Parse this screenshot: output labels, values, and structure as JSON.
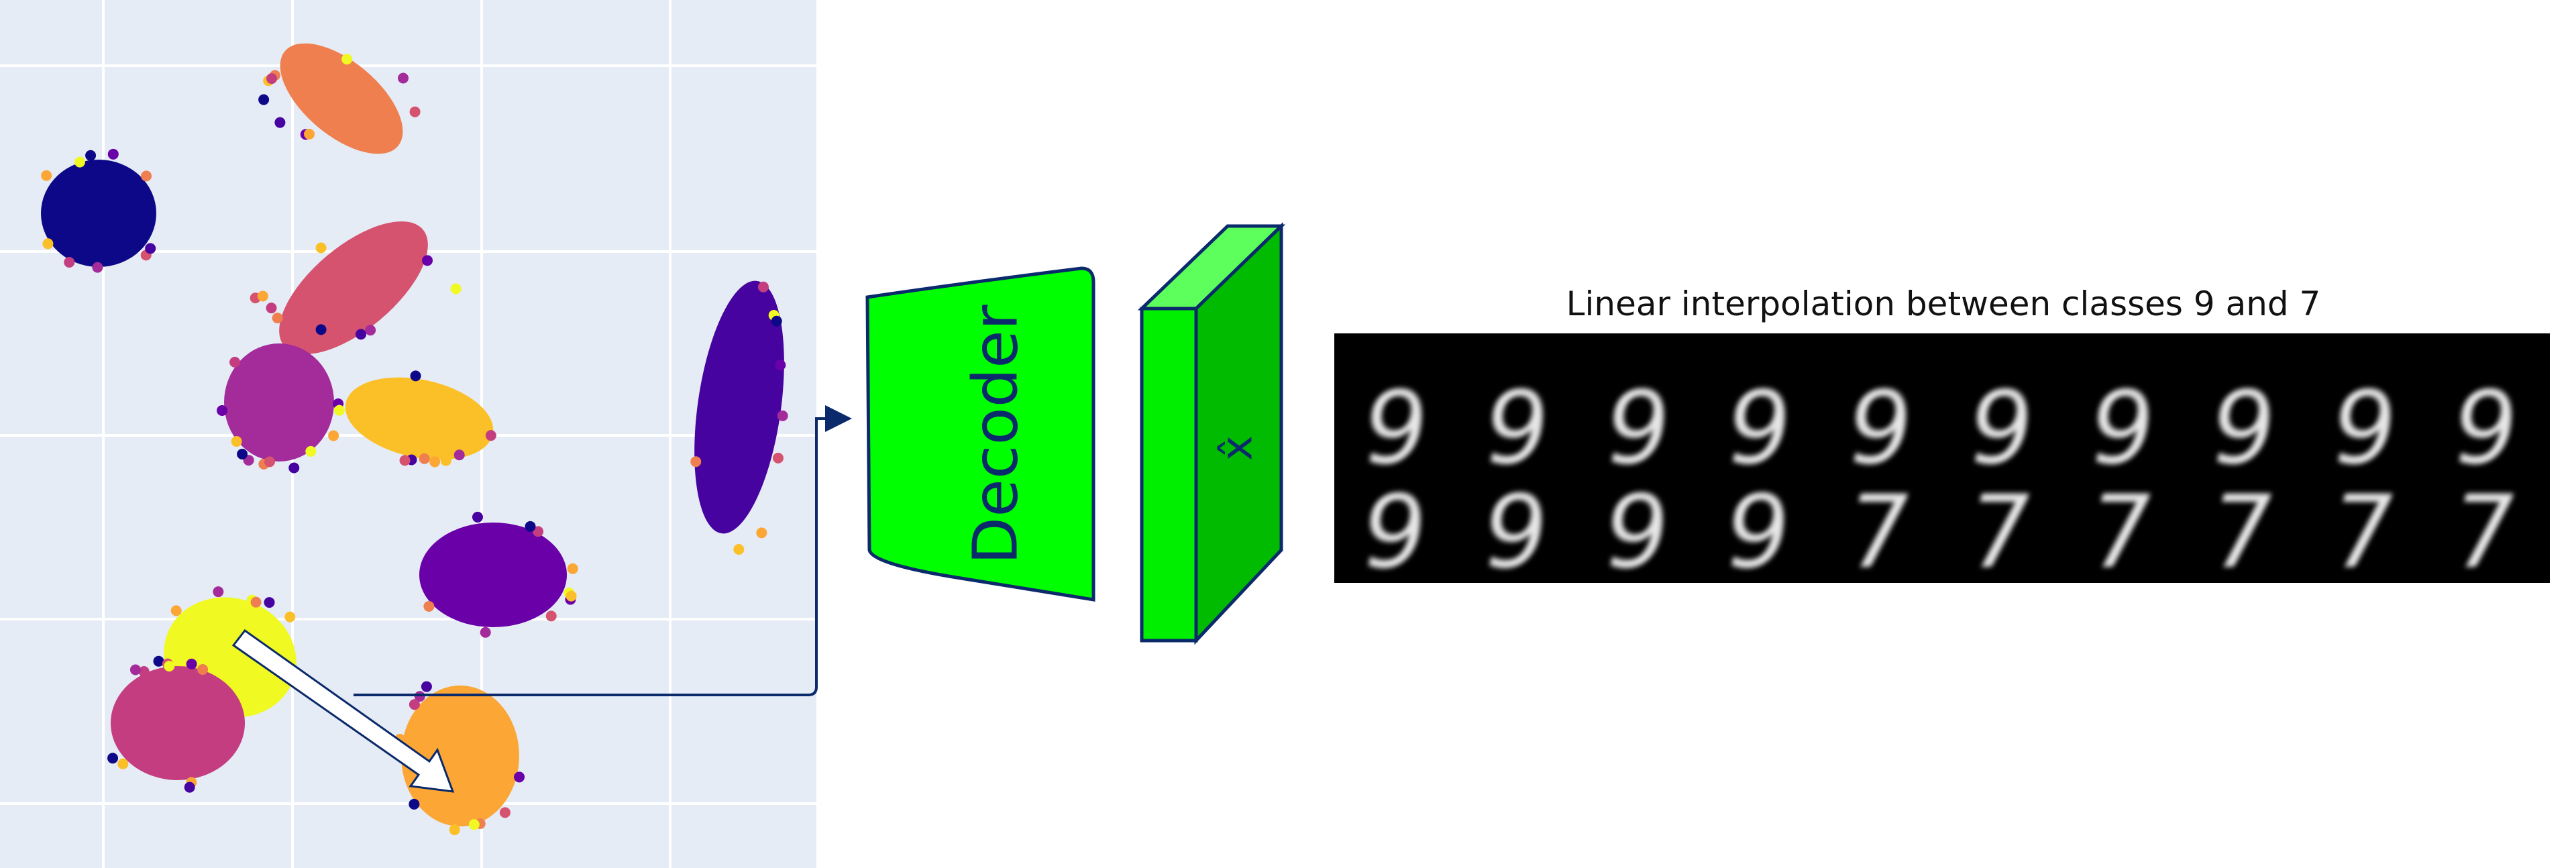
{
  "decoder": {
    "label": "Decoder",
    "fill": "#00ff00",
    "stroke": "#0b2a6b"
  },
  "output": {
    "label": "x̂",
    "front": "#00ee00",
    "top": "#5cff5c",
    "side": "#00bb00"
  },
  "interpolation": {
    "title": "Linear interpolation between classes 9 and 7",
    "rows": [
      [
        "9",
        "9",
        "9",
        "9",
        "9",
        "9",
        "9",
        "9",
        "9",
        "9"
      ],
      [
        "9",
        "9",
        "9",
        "9",
        "7",
        "7",
        "7",
        "7",
        "7",
        "7"
      ]
    ]
  },
  "latent_plot": {
    "background": "#e5ecf6",
    "clusters": [
      {
        "color": "#0d0887"
      },
      {
        "color": "#ef7f4f"
      },
      {
        "color": "#d5536f"
      },
      {
        "color": "#a32b9a"
      },
      {
        "color": "#fbc027"
      },
      {
        "color": "#6a00a8"
      },
      {
        "color": "#46039f"
      },
      {
        "color": "#f0f921"
      },
      {
        "color": "#c33d80"
      },
      {
        "color": "#fca636"
      }
    ]
  },
  "colors": {
    "arrow": "#0b2a6b"
  }
}
